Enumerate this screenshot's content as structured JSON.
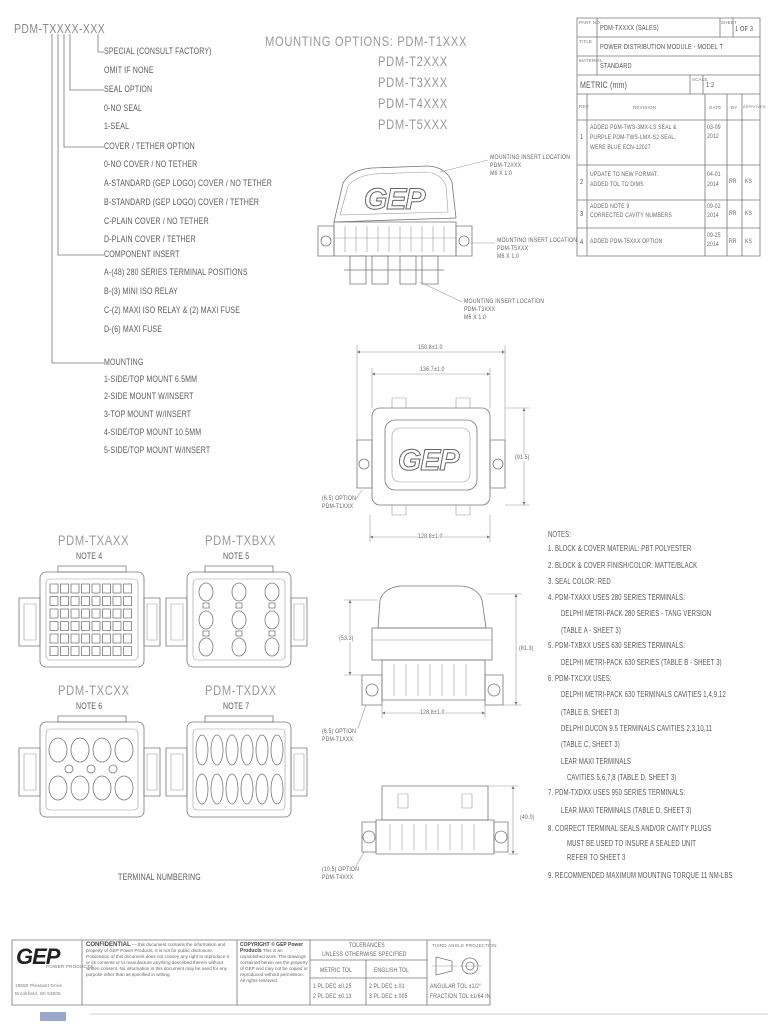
{
  "tree": {
    "part_number": "PDM-TXXXX-XXX",
    "special": "SPECIAL (CONSULT FACTORY)",
    "omit": "OMIT IF NONE",
    "seal": {
      "title": "SEAL OPTION",
      "items": [
        "0-NO SEAL",
        "1-SEAL"
      ]
    },
    "cover": {
      "title": "COVER / TETHER OPTION",
      "items": [
        "0-NO COVER / NO TETHER",
        "A-STANDARD (GEP LOGO) COVER / NO TETHER",
        "B-STANDARD (GEP LOGO) COVER / TETHER",
        "C-PLAIN COVER / NO TETHER",
        "D-PLAIN COVER / TETHER"
      ]
    },
    "component": {
      "title": "COMPONENT INSERT",
      "items": [
        "A-(48) 280 SERIES TERMINAL POSITIONS",
        "B-(3) MINI ISO RELAY",
        "C-(2) MAXI ISO RELAY & (2) MAXI FUSE",
        "D-(6) MAXI FUSE"
      ]
    },
    "mounting": {
      "title": "MOUNTING",
      "items": [
        "1-SIDE/TOP MOUNT 6.5MM",
        "2-SIDE MOUNT W/INSERT",
        "3-TOP MOUNT W/INSERT",
        "4-SIDE/TOP MOUNT 10.5MM",
        "5-SIDE/TOP MOUNT W/INSERT"
      ]
    }
  },
  "mounting_options": {
    "label": "MOUNTING OPTIONS: PDM-T1XXX",
    "options": [
      "PDM-T2XXX",
      "PDM-T3XXX",
      "PDM-T4XXX",
      "PDM-T5XXX"
    ]
  },
  "logo": "GEP",
  "iso_labels": [
    {
      "lines": [
        "MOUNTING INSERT LOCATION",
        "PDM-T2XXX",
        "M6 X 1.0"
      ]
    },
    {
      "lines": [
        "MOUNTING INSERT LOCATION",
        "PDM-T5XXX",
        "M6 X 1.0"
      ]
    },
    {
      "lines": [
        "MOUNTING INSERT LOCATION",
        "PDM-T3XXX",
        "M6 X 1.0"
      ]
    }
  ],
  "dims": {
    "top_overall": "150.8±1.0",
    "top_body": "136.7±1.0",
    "top_depth": "(91.5)",
    "top_base": "128.8±1.0",
    "top_option": [
      "(6.5) OPTION",
      "PDM-T1XXX"
    ],
    "side_left": "(53.3)",
    "side_right": "(81.3)",
    "side_base": "128.8±1.0",
    "side_option": [
      "(6.5) OPTION",
      "PDM-T1XXX"
    ],
    "bottom_height": "(40.0)",
    "bottom_option": [
      "(10.5) OPTION",
      "PDM-T4XXX"
    ]
  },
  "terminal_views": [
    {
      "title": "PDM-TXAXX",
      "note": "NOTE 4"
    },
    {
      "title": "PDM-TXBXX",
      "note": "NOTE 5"
    },
    {
      "title": "PDM-TXCXX",
      "note": "NOTE 6"
    },
    {
      "title": "PDM-TXDXX",
      "note": "NOTE 7"
    }
  ],
  "terminal_numbering": "TERMINAL NUMBERING",
  "notes": {
    "title": "NOTES:",
    "lines": [
      "1. BLOCK & COVER MATERIAL: PBT POLYESTER",
      "2. BLOCK & COVER FINISH/COLOR: MATTE/BLACK",
      "3. SEAL COLOR: RED",
      "4. PDM-TXAXX USES 280 SERIES TERMINALS:",
      "DELPHI METRI-PACK 280 SERIES - TANG VERSION",
      "(TABLE A - SHEET 3)",
      "5. PDM-TXBXX USES 630 SERIES TERMINALS:",
      "DELPHI METRI-PACK 630 SERIES (TABLE B - SHEET 3)",
      "6. PDM-TXCXX USES:",
      "DELPHI METRI-PACK 630 TERMINALS CAVITIES 1,4,9,12",
      "(TABLE B, SHEET 3)",
      "DELPHI DUCON 9.5 TERMINALS CAVITIES 2,3,10,11",
      "(TABLE C, SHEET 3)",
      "LEAR MAXI TERMINALS",
      "CAVITIES 5,6,7,8 (TABLE D, SHEET 3)",
      "7. PDM-TXDXX USES 950 SERIES TERMINALS:",
      "LEAR MAXI TERMINALS (TABLE D, SHEET 3)",
      "8. CORRECT TERMINAL SEALS AND/OR CAVITY PLUGS",
      "MUST BE USED TO INSURE A SEALED UNIT",
      "REFER TO SHEET 3",
      "9. RECOMMENDED MAXIMUM MOUNTING TORQUE 11 NM-LBS"
    ]
  },
  "title_block": {
    "part_no_label": "PART NO.",
    "part_no": "PDM-TXXXX (SALES)",
    "sheet_label": "SHEET",
    "sheet": "1 OF 3",
    "title_label": "TITLE",
    "title": "POWER DISTRIBUTION MODULE - MODEL T",
    "material_label": "MATERIAL",
    "material": "STANDARD",
    "units": "METRIC (mm)",
    "scale_label": "SCALE",
    "scale": "1:2"
  },
  "revisions": {
    "header": {
      "rev": "REV",
      "revision": "REVISION",
      "date": "DATE",
      "by": "BY",
      "approved": "APPROVED"
    },
    "rows": [
      {
        "rev": "1",
        "desc": [
          "ADDED PDM-TWS-3MX-LS SEAL &",
          "PURPLE PDM-TWS-LMX-S2 SEAL,",
          "WERE BLUE      ECN-12027"
        ],
        "date": [
          "03-09",
          "2012"
        ],
        "by": "",
        "approved": ""
      },
      {
        "rev": "2",
        "desc": [
          "UPDATE TO NEW FORMAT.",
          "ADDED TOL TO DIMS"
        ],
        "date": [
          "04-01",
          "2014"
        ],
        "by": "RR",
        "approved": "KS"
      },
      {
        "rev": "3",
        "desc": [
          "ADDED NOTE 9",
          "CORRECTED CAVITY NUMBERS"
        ],
        "date": [
          "09-02",
          "2014"
        ],
        "by": "RR",
        "approved": "KS"
      },
      {
        "rev": "4",
        "desc": [
          "ADDED PDM-T5XXX OPTION"
        ],
        "date": [
          "09-25",
          "2014"
        ],
        "by": "RR",
        "approved": "KS"
      }
    ]
  },
  "footer": {
    "logo": "GEP",
    "company": "POWER PRODUCTS",
    "address": [
      "19550 Pleasant Drive",
      "Brookfield, WI 53005"
    ],
    "confidential_title": "CONFIDENTIAL",
    "confidential_text": "— this document contains the information and property of GEP Power Products. It is not for public disclosure. Possession of this document does not convey any right to reproduce it or its contents or to manufacture anything described therein without written consent. No information in this document may be used for any purpose other than as specified in writing.",
    "copyright_title": "COPYRIGHT © GEP Power Products",
    "copyright_text": "This is an unpublished work. The drawings contained herein are the property of GEP and may not be copied or reproduced without permission. All rights reserved.",
    "tolerances_title": "TOLERANCES",
    "tolerances_sub": "UNLESS OTHERWISE SPECIFIED",
    "metric_label": "METRIC TOL",
    "english_label": "ENGLISH TOL",
    "metric": [
      "1 PL DEC ±0.25",
      "2 PL DEC ±0.13"
    ],
    "english": [
      "2 PL DEC ±.01",
      "3 PL DEC ±.005"
    ],
    "projection": "THIRD ANGLE PROJECTION",
    "angular": "ANGULAR TOL ±1/2°",
    "fraction": "FRACTION TOL ±1/64 IN"
  }
}
